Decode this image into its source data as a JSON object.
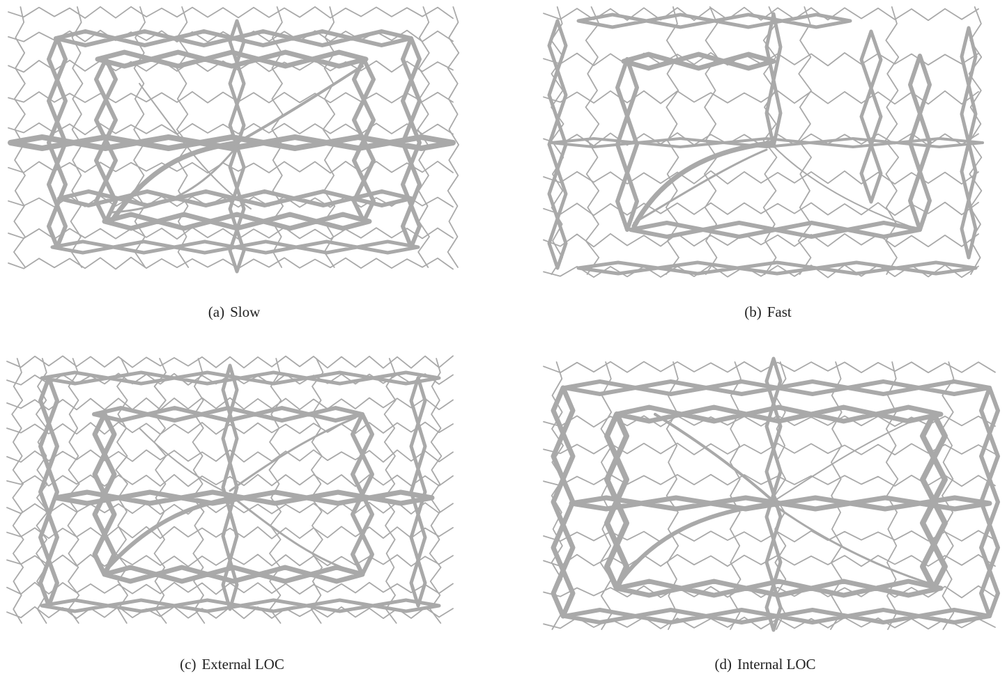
{
  "colors": {
    "stroke": "#a9a9a9",
    "background": "#ffffff",
    "caption": "#222222"
  },
  "panels": [
    {
      "id": "a",
      "label": "(a)",
      "name": "Slow"
    },
    {
      "id": "b",
      "label": "(b)",
      "name": "Fast"
    },
    {
      "id": "c",
      "label": "(c)",
      "name": "External LOC"
    },
    {
      "id": "d",
      "label": "(d)",
      "name": "Internal LOC"
    }
  ]
}
